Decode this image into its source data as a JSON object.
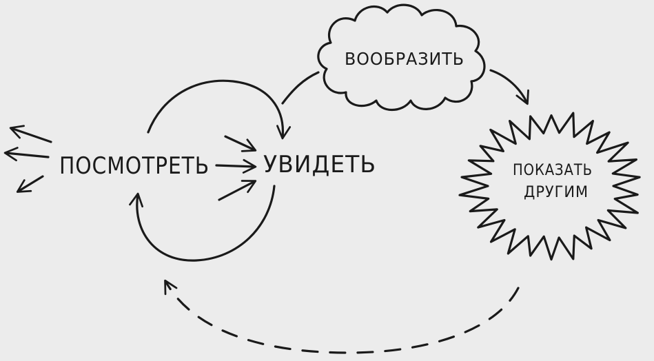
{
  "nodes": {
    "look": "ПОСМОТРЕТЬ",
    "see": "УВИДЕТЬ",
    "imagine": "ВООБРАЗИТЬ",
    "show_line1": "ПОКАЗАТЬ",
    "show_line2": "ДРУГИМ"
  },
  "colors": {
    "ink": "#1a1a1a",
    "background": "#ececec"
  }
}
